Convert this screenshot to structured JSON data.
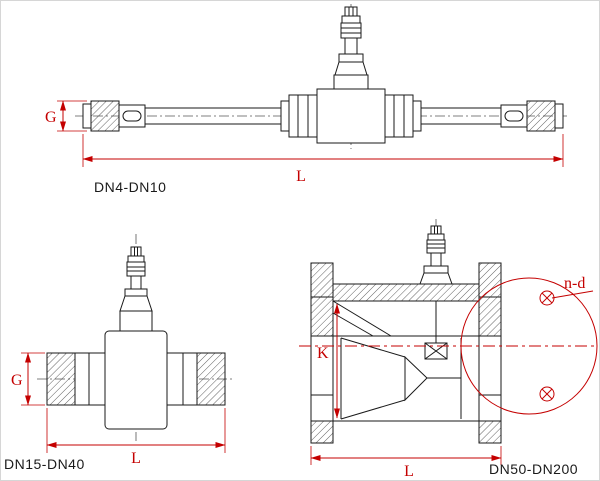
{
  "diagram": {
    "colors": {
      "line": "#1a1a1a",
      "dimension": "#c40000",
      "background": "#ffffff"
    },
    "drawings": {
      "top": {
        "caption": "DN4-DN10",
        "dim_g": "G",
        "dim_l": "L"
      },
      "bottom_left": {
        "caption": "DN15-DN40",
        "dim_g": "G",
        "dim_l": "L"
      },
      "bottom_right": {
        "caption": "DN50-DN200",
        "dim_k": "K",
        "dim_l": "L",
        "bolt_label": "n-d"
      }
    }
  }
}
